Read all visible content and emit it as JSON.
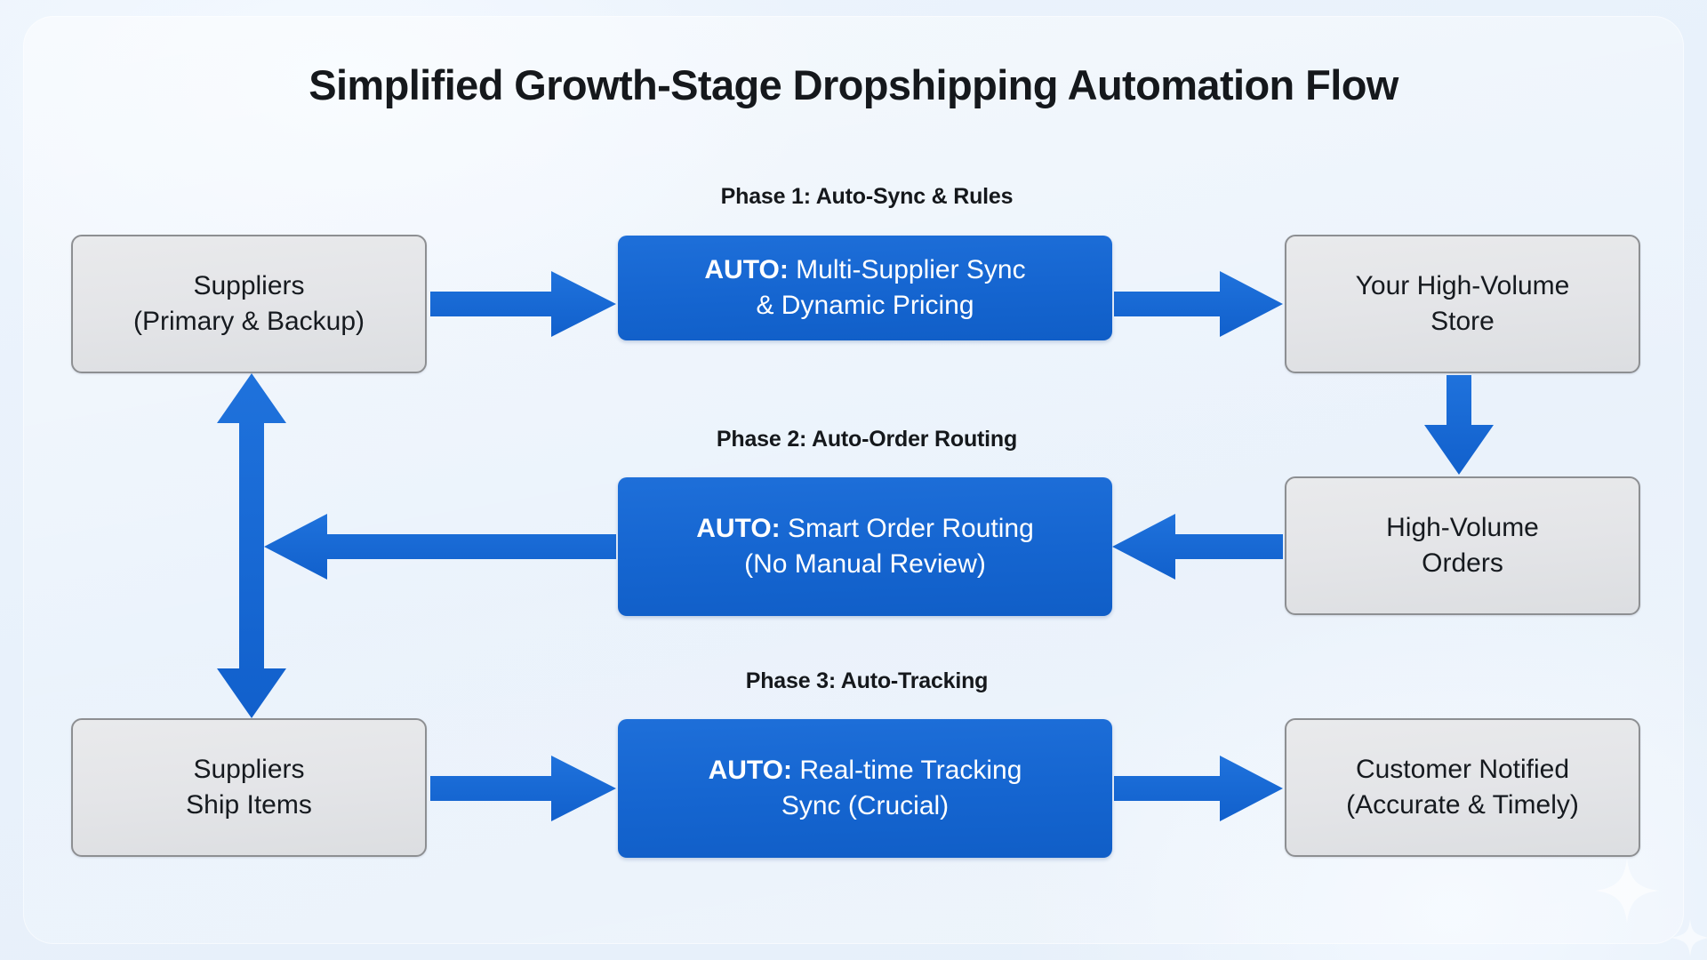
{
  "title": "Simplified Growth-Stage Dropshipping Automation Flow",
  "colors": {
    "background": "#eaf2fb",
    "arrow_blue": "#1565d8",
    "auto_box_blue": "#1565d0",
    "node_gray": "#e4e5e8",
    "node_border": "#8d8f92",
    "text_dark": "#15181c",
    "text_light": "#ffffff"
  },
  "phases": [
    {
      "label": "Phase 1: Auto-Sync & Rules",
      "auto_tag": "AUTO:",
      "auto_line1": " Multi-Supplier Sync",
      "auto_line2": "& Dynamic Pricing"
    },
    {
      "label": "Phase 2: Auto-Order Routing",
      "auto_tag": "AUTO:",
      "auto_line1": " Smart Order Routing",
      "auto_line2": "(No Manual Review)"
    },
    {
      "label": "Phase 3: Auto-Tracking",
      "auto_tag": "AUTO:",
      "auto_line1": " Real-time Tracking",
      "auto_line2": "Sync (Crucial)"
    }
  ],
  "nodes": {
    "suppliers": {
      "line1": "Suppliers",
      "line2": "(Primary & Backup)"
    },
    "store": {
      "line1": "Your High-Volume",
      "line2": "Store"
    },
    "orders": {
      "line1": "High-Volume",
      "line2": "Orders"
    },
    "ship": {
      "line1": "Suppliers",
      "line2": "Ship Items"
    },
    "customer": {
      "line1": "Customer Notified",
      "line2": "(Accurate & Timely)"
    }
  },
  "connectors": [
    {
      "name": "suppliers-to-auto1",
      "direction": "right"
    },
    {
      "name": "auto1-to-store",
      "direction": "right"
    },
    {
      "name": "store-to-orders",
      "direction": "down"
    },
    {
      "name": "orders-to-auto2",
      "direction": "left"
    },
    {
      "name": "auto2-to-suppliers",
      "direction": "left"
    },
    {
      "name": "suppliers-ship-link",
      "direction": "both-vertical"
    },
    {
      "name": "ship-to-auto3",
      "direction": "right"
    },
    {
      "name": "auto3-to-customer",
      "direction": "right"
    }
  ]
}
